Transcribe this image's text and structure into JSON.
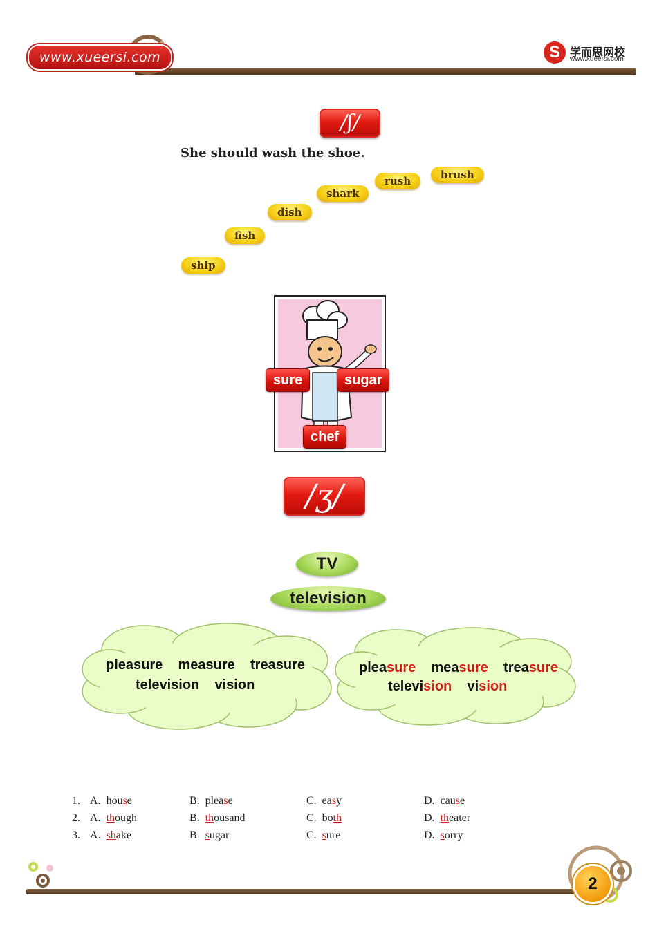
{
  "header": {
    "url_badge": "www.xueersi.com",
    "logo_cn": "学而思网校",
    "logo_url": "www.xueersi.com"
  },
  "section_sh": {
    "phoneme": "/ʃ/",
    "sentence": "She should wash the shoe.",
    "words": [
      "ship",
      "fish",
      "dish",
      "shark",
      "rush",
      "brush"
    ],
    "chef_labels": [
      "sure",
      "sugar",
      "chef"
    ]
  },
  "section_zh": {
    "phoneme": "/ʒ/",
    "pill_small": "TV",
    "pill_large": "television",
    "cloud_left": {
      "line1": [
        "pleasure",
        "measure",
        "treasure"
      ],
      "line2": [
        "television",
        "vision"
      ]
    },
    "cloud_right": {
      "line1": [
        {
          "a": "plea",
          "b": "sure"
        },
        {
          "a": "mea",
          "b": "sure"
        },
        {
          "a": "trea",
          "b": "sure"
        }
      ],
      "line2": [
        {
          "a": "televi",
          "b": "sion"
        },
        {
          "a": "vi",
          "b": "sion"
        }
      ]
    }
  },
  "quiz": [
    {
      "num": "1.",
      "options": [
        {
          "letter": "A.",
          "pre": "hou",
          "u": "s",
          "post": "e"
        },
        {
          "letter": "B.",
          "pre": "plea",
          "u": "s",
          "post": "e"
        },
        {
          "letter": "C.",
          "pre": "ea",
          "u": "s",
          "post": "y"
        },
        {
          "letter": "D.",
          "pre": "cau",
          "u": "s",
          "post": "e"
        }
      ]
    },
    {
      "num": "2.",
      "options": [
        {
          "letter": "A.",
          "pre": "",
          "u": "th",
          "post": "ough"
        },
        {
          "letter": "B.",
          "pre": "",
          "u": "th",
          "post": "ousand"
        },
        {
          "letter": "C.",
          "pre": "bo",
          "u": "th",
          "post": ""
        },
        {
          "letter": "D.",
          "pre": "",
          "u": "th",
          "post": "eater"
        }
      ]
    },
    {
      "num": "3.",
      "options": [
        {
          "letter": "A.",
          "pre": "",
          "u": "sh",
          "post": "ake"
        },
        {
          "letter": "B.",
          "pre": "",
          "u": "s",
          "post": "ugar"
        },
        {
          "letter": "C.",
          "pre": "",
          "u": "s",
          "post": "ure"
        },
        {
          "letter": "D.",
          "pre": "",
          "u": "s",
          "post": "orry"
        }
      ]
    }
  ],
  "footer": {
    "page_number": "2"
  }
}
